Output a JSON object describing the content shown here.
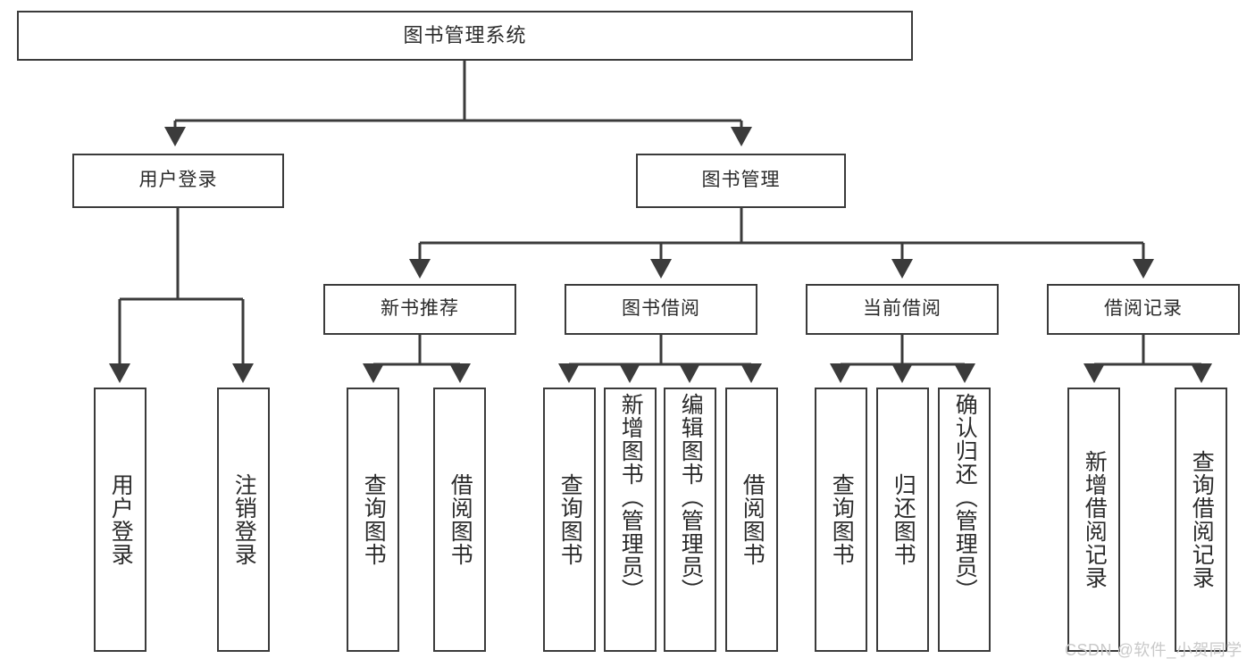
{
  "diagram": {
    "type": "tree-hierarchy-chart",
    "title": "图书管理系统",
    "stroke_color": "#3b3b3b",
    "fill_color": "#ffffff",
    "text_color": "#2b2b2b",
    "nodes": {
      "root": {
        "label": "图书管理系统"
      },
      "level2": [
        {
          "id": "user-login",
          "label": "用户登录"
        },
        {
          "id": "book-manage",
          "label": "图书管理"
        }
      ],
      "level3": [
        {
          "id": "new-book-recommend",
          "label": "新书推荐"
        },
        {
          "id": "book-borrow",
          "label": "图书借阅"
        },
        {
          "id": "current-borrow",
          "label": "当前借阅"
        },
        {
          "id": "borrow-record",
          "label": "借阅记录"
        }
      ],
      "leaves": {
        "user-login": [
          {
            "id": "leaf-user-login",
            "label": "用户登录"
          },
          {
            "id": "leaf-logout-login",
            "label": "注销登录"
          }
        ],
        "new-book-recommend": [
          {
            "id": "leaf-query-book-1",
            "label": "查询图书"
          },
          {
            "id": "leaf-borrow-book-1",
            "label": "借阅图书"
          }
        ],
        "book-borrow": [
          {
            "id": "leaf-query-book-2",
            "label": "查询图书"
          },
          {
            "id": "leaf-add-book-admin",
            "label": "新增图书（管理员）"
          },
          {
            "id": "leaf-edit-book-admin",
            "label": "编辑图书（管理员）"
          },
          {
            "id": "leaf-borrow-book-2",
            "label": "借阅图书"
          }
        ],
        "current-borrow": [
          {
            "id": "leaf-query-book-3",
            "label": "查询图书"
          },
          {
            "id": "leaf-return-book",
            "label": "归还图书"
          },
          {
            "id": "leaf-confirm-return-admin",
            "label": "确认归还（管理员）"
          }
        ],
        "borrow-record": [
          {
            "id": "leaf-add-borrow-record",
            "label": "新增借阅记录"
          },
          {
            "id": "leaf-query-borrow-record",
            "label": "查询借阅记录"
          }
        ]
      }
    }
  },
  "watermark": {
    "text": "CSDN @软件_小贺同学",
    "color": "#c9c9c9"
  }
}
